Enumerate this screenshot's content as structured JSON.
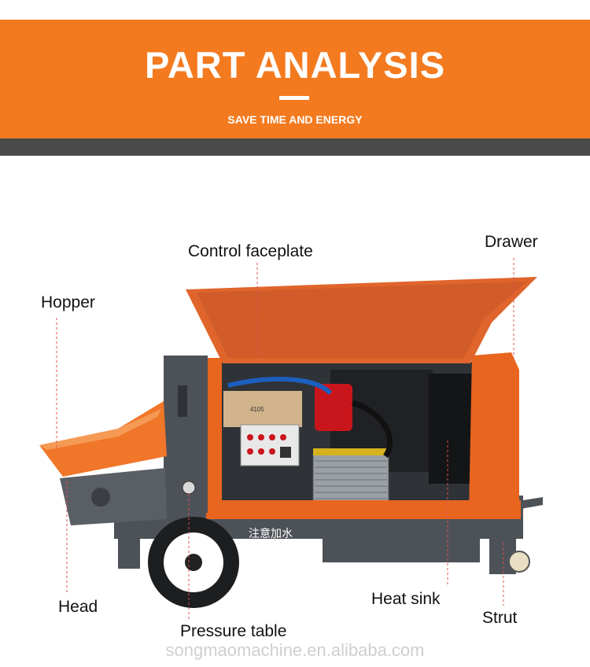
{
  "header": {
    "title": "PART ANALYSIS",
    "subtitle": "SAVE TIME AND ENERGY"
  },
  "labels": {
    "hopper": "Hopper",
    "control_faceplate": "Control faceplate",
    "drawer": "Drawer",
    "head": "Head",
    "heat_sink": "Heat sink",
    "strut": "Strut",
    "pressure_table": "Pressure table"
  },
  "machine_text": {
    "warning": "注意加水",
    "model": "4105"
  },
  "watermark": "songmaomachine.en.alibaba.com",
  "colors": {
    "accent": "#f47a1f",
    "machine_orange": "#e8651f",
    "frame_gray": "#4d5258",
    "leader_line": "#e05050"
  }
}
